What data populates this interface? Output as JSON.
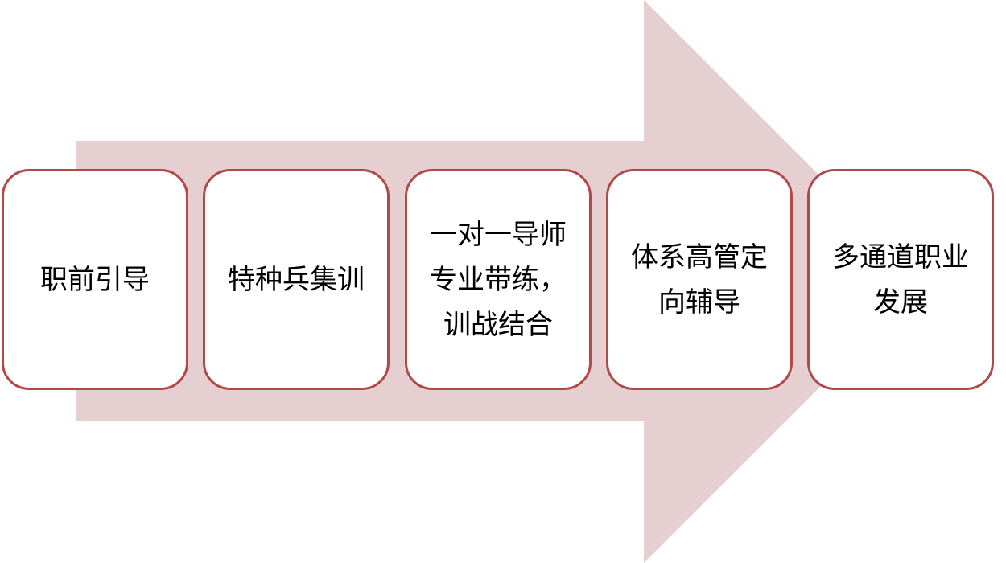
{
  "diagram": {
    "type": "process-arrow",
    "arrow_color": "#e6cfd0",
    "box_border_color": "#b04a48",
    "box_fill_color": "#ffffff",
    "steps": [
      {
        "label": "职前引导"
      },
      {
        "label": "特种兵集训"
      },
      {
        "label": "一对一导师\n专业带练，\n训战结合"
      },
      {
        "label": "体系高管定\n向辅导"
      },
      {
        "label": "多通道职业\n发展"
      }
    ]
  }
}
